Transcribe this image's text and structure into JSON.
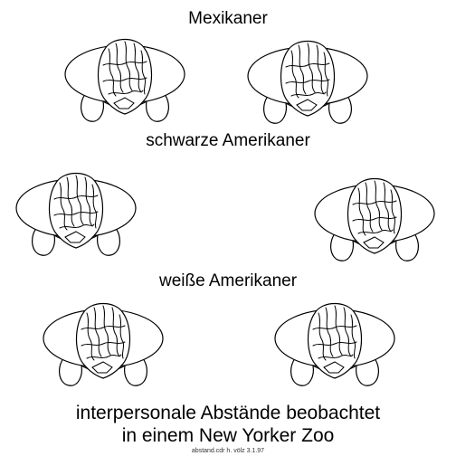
{
  "groups": [
    {
      "label": "Mexikaner"
    },
    {
      "label": "schwarze Amerikaner"
    },
    {
      "label": "weiße Amerikaner"
    }
  ],
  "caption": {
    "line1": "interpersonale Abstände beobachtet",
    "line2": "in einem New Yorker Zoo"
  },
  "credit": "abstand.cdr  h.  völz  3.1.97"
}
